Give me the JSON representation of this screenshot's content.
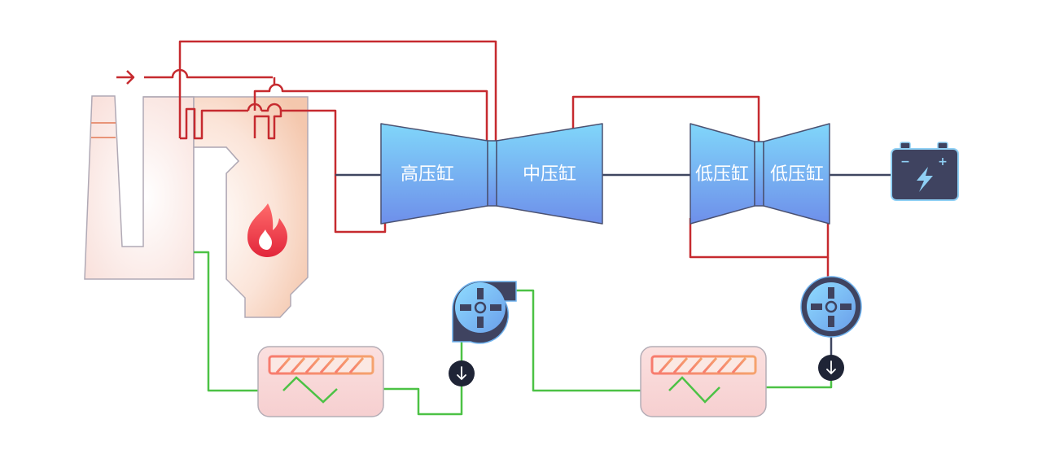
{
  "turbines": {
    "hp_label": "高压缸",
    "ip_label": "中压缸",
    "lp1_label": "低压缸",
    "lp2_label": "低压缸"
  },
  "battery": {
    "minus": "−",
    "plus": "+"
  },
  "colors": {
    "steam_line": "#c62a2f",
    "water_line": "#4cc245",
    "shaft": "#3f4660",
    "turbine_top": "#7fd4f8",
    "turbine_bottom": "#6f93ea",
    "boiler_fill": "#f6d2bd",
    "heater_fill": "#f7d3d1",
    "dark": "#3f4360"
  },
  "icons": {
    "flame": "flame-icon",
    "battery": "battery-icon",
    "pump": "pump-icon",
    "fan": "fan-icon",
    "arrow_down": "arrow-down-icon"
  }
}
